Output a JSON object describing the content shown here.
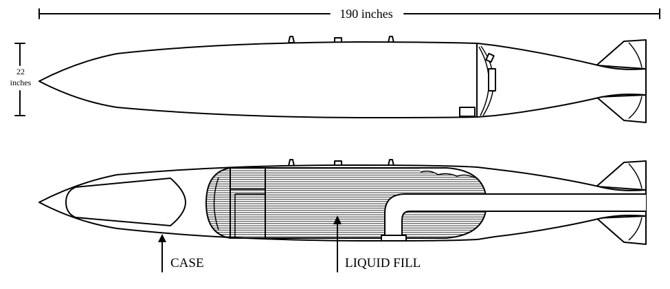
{
  "dimensions": {
    "length_label": "190 inches",
    "diameter_value": "22",
    "diameter_unit": "inches"
  },
  "labels": {
    "case": "CASE",
    "liquid_fill": "LIQUID FILL"
  },
  "colors": {
    "line": "#000000",
    "background": "#ffffff",
    "hatch": "#000000"
  }
}
